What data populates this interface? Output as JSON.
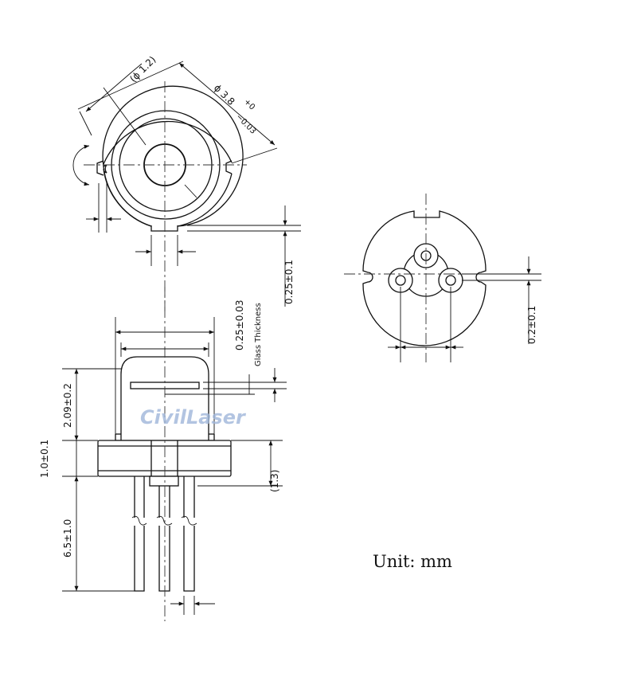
{
  "labels": {
    "phi_small": "(ϕ 1.2)",
    "phi_outer": "ϕ 3.8",
    "tol_plus": "+0",
    "tol_minus": "−0.03",
    "notch_dim": "0.25±0.1",
    "glass": "0.25±0.03",
    "glass_note": "Glass Thickness",
    "height_top": "2.09±0.2",
    "flange": "1.0±0.1",
    "pin_len": "6.5±1.0",
    "ref_dim": "(1.3)",
    "pin_offset": "0.2±0.1",
    "unit": "Unit: mm",
    "watermark": "CivilLaser"
  }
}
